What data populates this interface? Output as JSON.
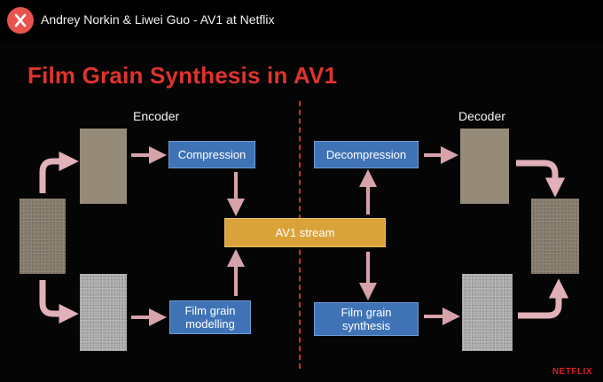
{
  "header": {
    "video_title": "Andrey Norkin & Liwei Guo - AV1 at Netflix",
    "avatar_icon": "x-logo-icon",
    "avatar_color": "#e8544e"
  },
  "slide": {
    "title": "Film Grain Synthesis in AV1",
    "title_color": "#e0332d",
    "encoder_label": "Encoder",
    "decoder_label": "Decoder",
    "boxes": {
      "compression": "Compression",
      "decompression": "Decompression",
      "av1_stream": "AV1 stream",
      "film_grain_modelling_line1": "Film grain",
      "film_grain_modelling_line2": "modelling",
      "film_grain_synthesis_line1": "Film grain",
      "film_grain_synthesis_line2": "synthesis"
    },
    "box_colors": {
      "blue": "#3f73b6",
      "orange": "#d9a33a",
      "arrow": "#d7a3aa"
    },
    "logo": "NETFLIX"
  }
}
